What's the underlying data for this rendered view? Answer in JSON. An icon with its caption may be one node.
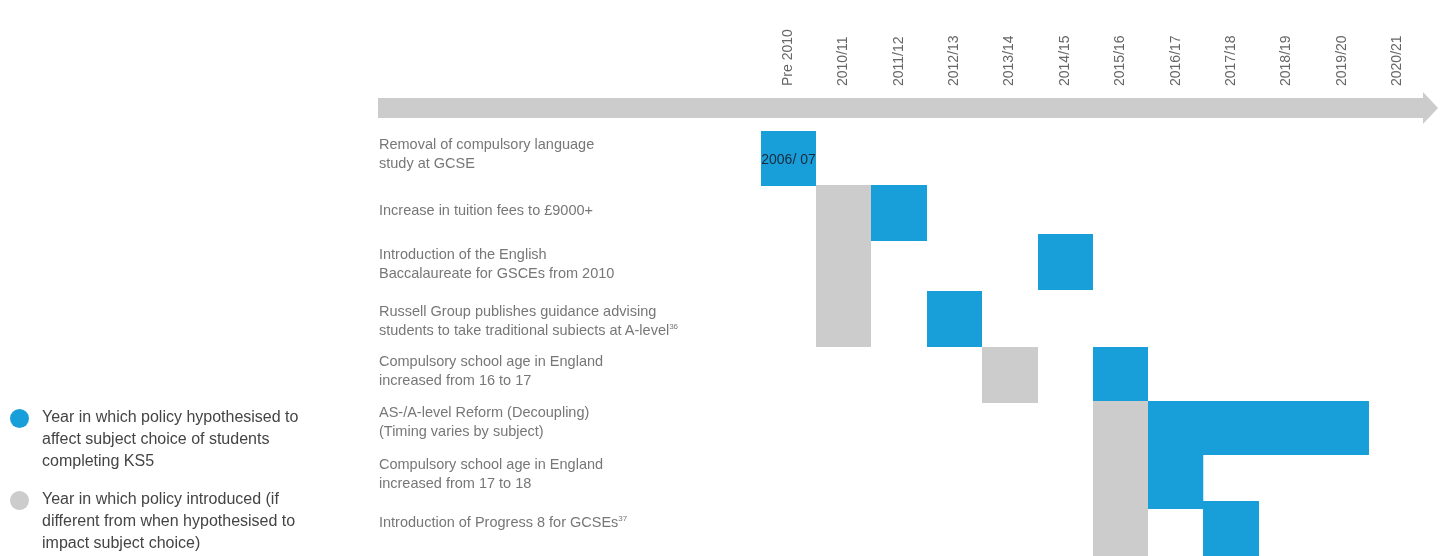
{
  "diagram": {
    "nodes": [
      {
        "text": [
          "2006/ 07"
        ]
      },
      {
        "text": [],
        "shape": "box"
      },
      {
        "text": [],
        "shape": "box"
      },
      {
        "text": [],
        "shape": "box"
      },
      {
        "text": [],
        "shape": "box"
      },
      {
        "text": [],
        "shape": "box"
      },
      {
        "text": [],
        "shape": "box"
      },
      {
        "text": [],
        "shape": "box"
      },
      {
        "text": [],
        "shape": "box"
      },
      {
        "text": [],
        "shape": "box"
      }
    ],
    "labels": [
      "Pre 2010",
      "2010/11",
      "2011/12",
      "2012/13",
      "2013/14",
      "2014/15",
      "2015/16",
      "2016/17",
      "2017/18",
      "2018/19",
      "2019/20",
      "2020/21",
      "Removal of compulsory language study at GCSE",
      "Increase in tuition fees to £9000+",
      "Introduction of the English Baccalaureate for GSCEs from 2010",
      "Russell Group publishes guidance advising students to take traditional subiects at A-level$^{36}$",
      "Compulsory school age in England increased from 16 to 17",
      "AS-/A-level Reform (Decoupling) (Timing varies by subject)",
      "Compulsory school age in England increased from 17 to 18",
      "Introduction of Progress 8 for GCSEs$^{37}$"
    ],
    "legend": [
      {
        "text": "Year in which policy hypothesised to affect subject choice of students completing KS5",
        "color": "#189fda"
      },
      {
        "text": "Year in which policy introduced (if different from when hypothesised to impact subject choice)",
        "color": "#cccccc"
      }
    ]
  }
}
